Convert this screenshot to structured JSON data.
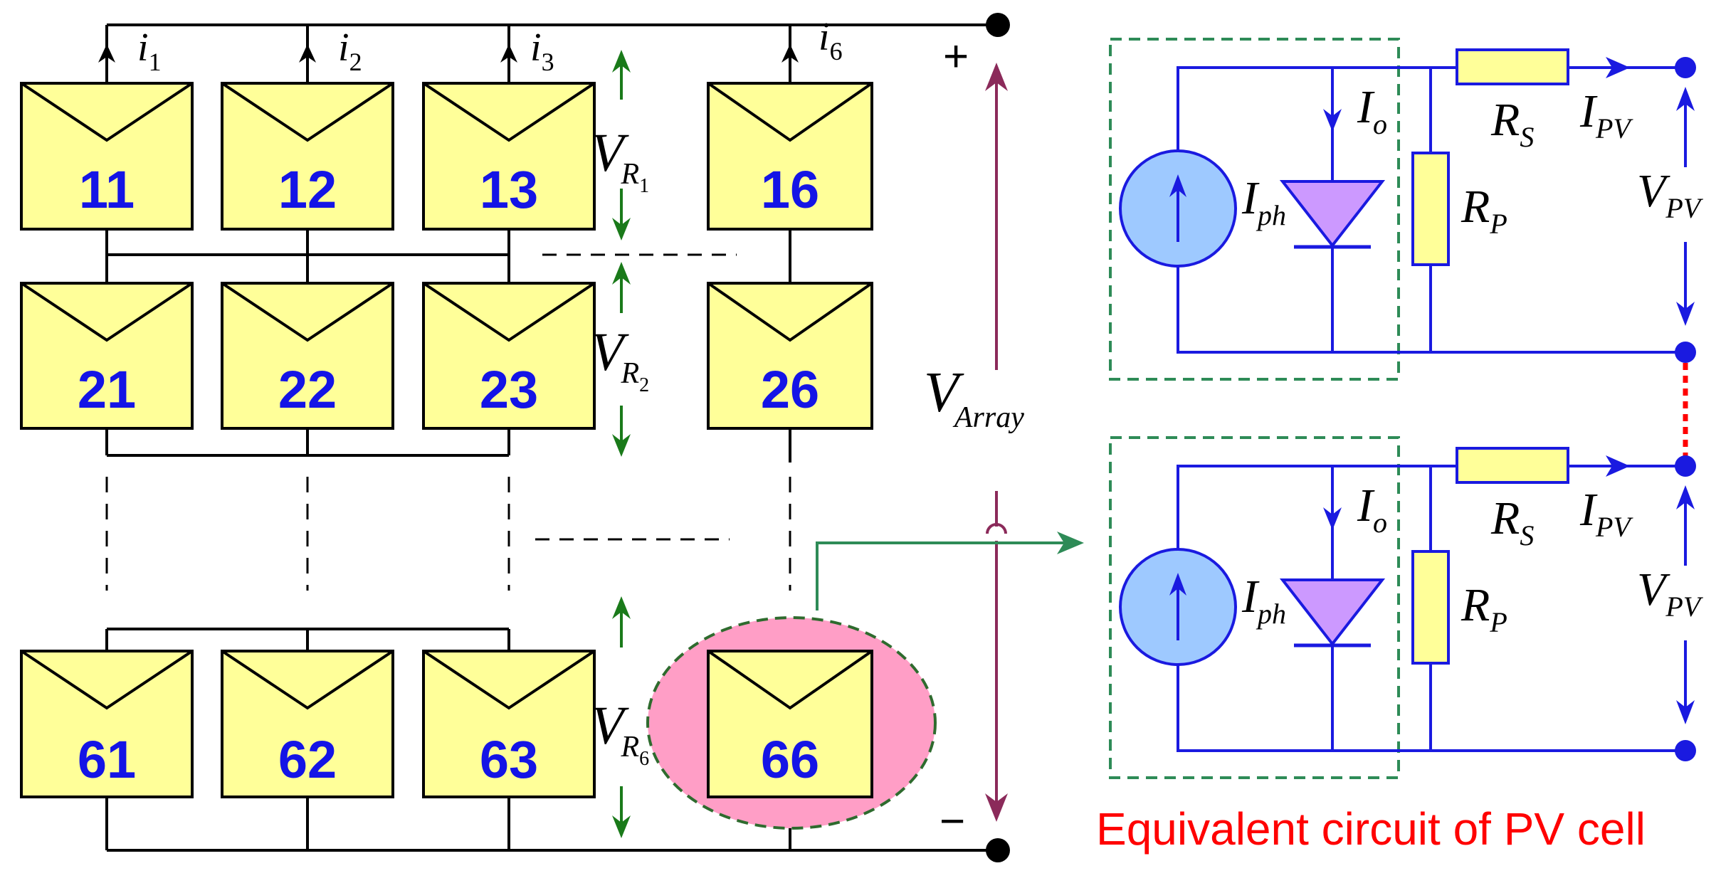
{
  "colors": {
    "module_fill": "#ffff99",
    "module_number": "#1414e6",
    "green_arrow": "#1a7a1a",
    "array_voltage_line": "#8b2a5a",
    "shaded_cell": "#ff9ec6",
    "circuit_blue": "#1a1ae0",
    "current_source_fill": "#9ec9ff",
    "diode_fill": "#cc99ff",
    "resistor_fill": "#ffff99",
    "dashed_box": "#2e8b57",
    "caption": "#ff0000"
  },
  "array": {
    "modules": {
      "r11": "11",
      "r12": "12",
      "r13": "13",
      "r16": "16",
      "r21": "21",
      "r22": "22",
      "r23": "23",
      "r26": "26",
      "r61": "61",
      "r62": "62",
      "r63": "63",
      "r66": "66"
    },
    "currents": {
      "i1": {
        "sym": "i",
        "sub": "1"
      },
      "i2": {
        "sym": "i",
        "sub": "2"
      },
      "i3": {
        "sym": "i",
        "sub": "3"
      },
      "i6": {
        "sym": "i",
        "sub": "6"
      }
    },
    "row_voltages": {
      "vr1": {
        "sym": "V",
        "sub": "R",
        "subsub": "1"
      },
      "vr2": {
        "sym": "V",
        "sub": "R",
        "subsub": "2"
      },
      "vr6": {
        "sym": "V",
        "sub": "R",
        "subsub": "6"
      }
    },
    "v_array": {
      "sym": "V",
      "sub": "Array"
    },
    "plus": "+",
    "minus": "−"
  },
  "circuit": {
    "io": {
      "sym": "I",
      "sub": "o"
    },
    "iph": {
      "sym": "I",
      "sub": "ph"
    },
    "rs": {
      "sym": "R",
      "sub": "S"
    },
    "rp": {
      "sym": "R",
      "sub": "P"
    },
    "ipv": {
      "sym": "I",
      "sub": "PV"
    },
    "vpv": {
      "sym": "V",
      "sub": "PV"
    }
  },
  "caption": "Equivalent circuit of PV cell"
}
